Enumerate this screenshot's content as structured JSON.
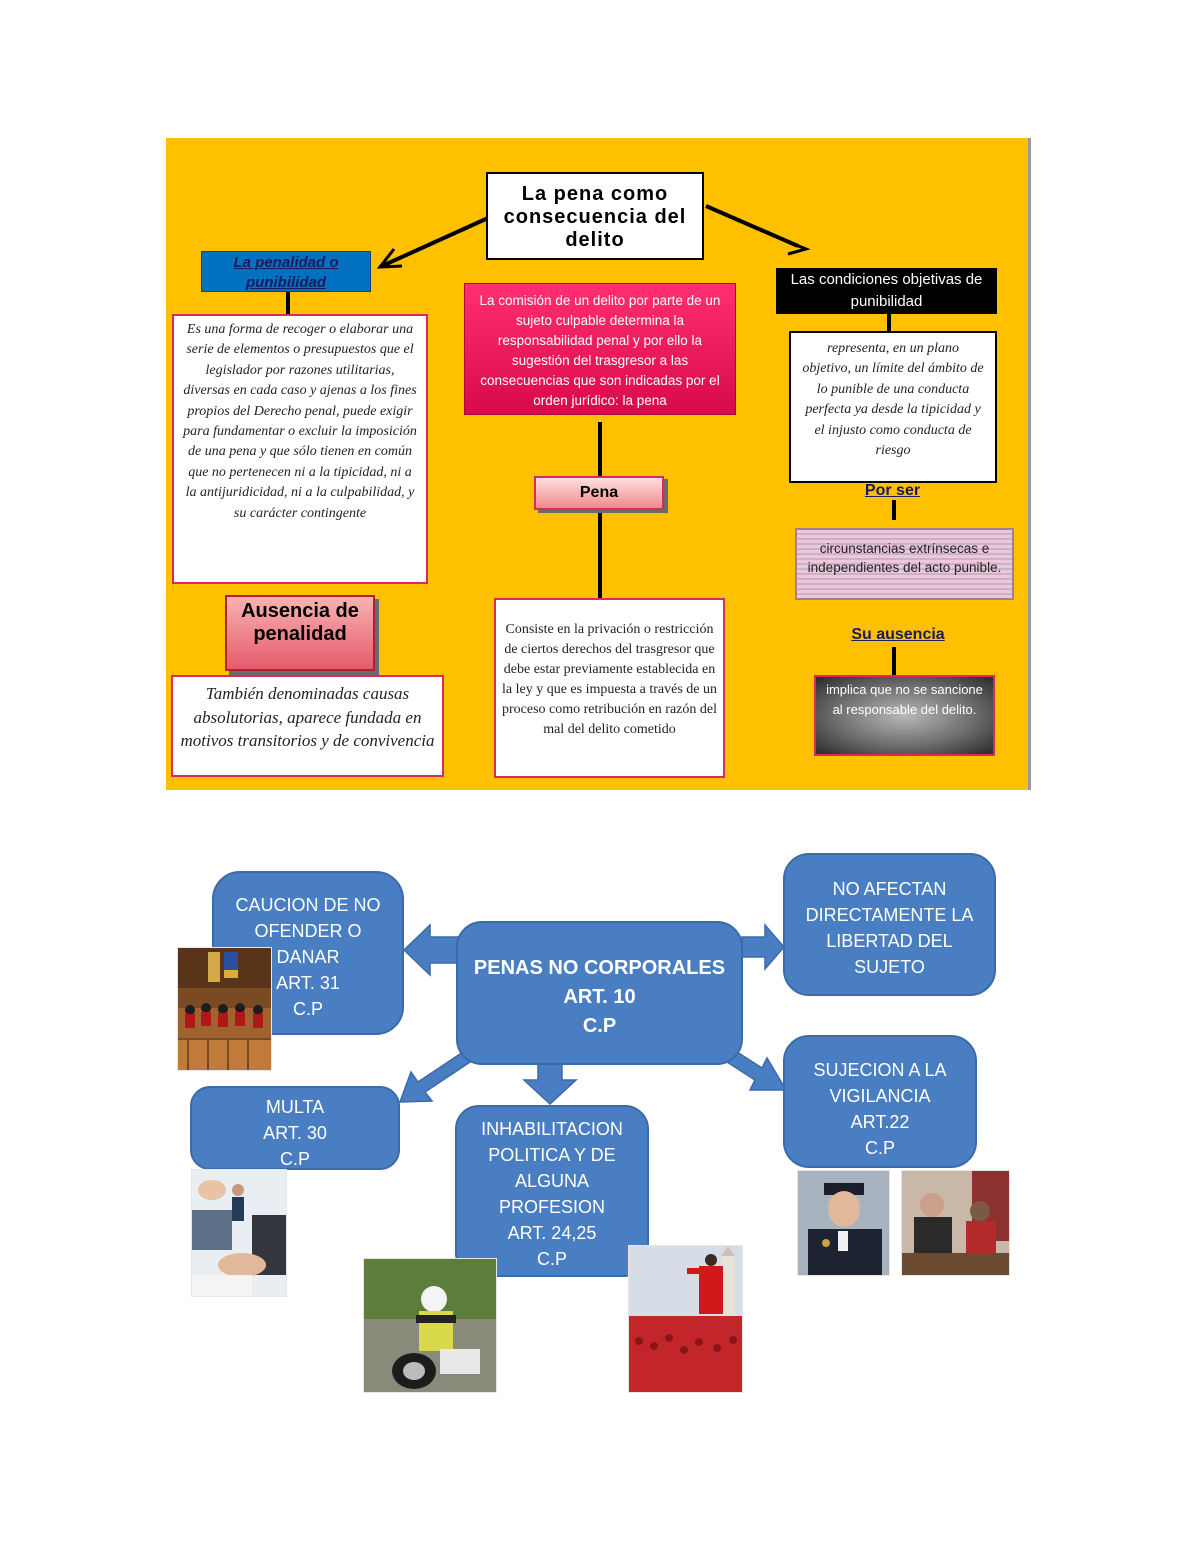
{
  "top_map": {
    "title": "La pena como consecuencia del delito",
    "left": {
      "label": "La penalidad o punibilidad",
      "description": "Es una forma de recoger o elaborar una serie de elementos o presupuestos que el legislador por razones utilitarias, diversas en cada caso y ajenas a los fines propios del Derecho penal, puede exigir para fundamentar o excluir la imposición de una pena y que sólo tienen en común que no pertenecen ni a la tipicidad, ni a la antijuridicidad, ni a la culpabilidad, y su carácter contingente",
      "sub_label": "Ausencia de penalidad",
      "sub_description": "También denominadas causas absolutorias, aparece fundada en motivos transitorios y de convivencia"
    },
    "center": {
      "statement": "La comisión de un delito por parte de un sujeto culpable determina la responsabilidad penal y por ello la sugestión del trasgresor a las consecuencias que son indicadas por el orden jurídico: la pena",
      "label": "Pena",
      "description": "Consiste en la privación o restricción de ciertos derechos del trasgresor que debe estar previamente establecida en la ley y que es impuesta a través de un proceso como retribución en razón del mal del delito cometido"
    },
    "right": {
      "label": "Las condiciones objetivas de punibilidad",
      "description": "representa, en un plano objetivo, un límite del ámbito de lo punible de una conducta perfecta ya desde la tipicidad y el injusto como conducta de riesgo",
      "connector_1": "Por ser",
      "circumstances": "circunstancias extrínsecas e independientes del acto punible.",
      "connector_2": "Su ausencia",
      "consequence": "implica que no se sancione al responsable del delito."
    }
  },
  "bottom_map": {
    "center": {
      "line1": "PENAS NO CORPORALES",
      "line2": "ART. 10",
      "line3": "C.P"
    },
    "caucion": {
      "line1": "CAUCION DE NO",
      "line2": "OFENDER O",
      "line3": "DANAR",
      "line4": "ART. 31",
      "line5": "C.P"
    },
    "no_afectan": {
      "line1": "NO AFECTAN",
      "line2": "DIRECTAMENTE LA",
      "line3": "LIBERTAD DEL",
      "line4": "SUJETO"
    },
    "multa": {
      "line1": "MULTA",
      "line2": "ART. 30",
      "line3": "C.P"
    },
    "inhabilitacion": {
      "line1": "INHABILITACION",
      "line2": "POLITICA Y DE",
      "line3": "ALGUNA",
      "line4": "PROFESION",
      "line5": "ART. 24,25",
      "line6": "C.P"
    },
    "sujecion": {
      "line1": "SUJECION A LA",
      "line2": "VIGILANCIA",
      "line3": "ART.22",
      "line4": "C.P"
    }
  },
  "colors": {
    "panel": "#FFC000",
    "blue_box": "#4A7EC2",
    "pink_border": "#d62b5c",
    "magenta_box": "#ff2f72"
  }
}
